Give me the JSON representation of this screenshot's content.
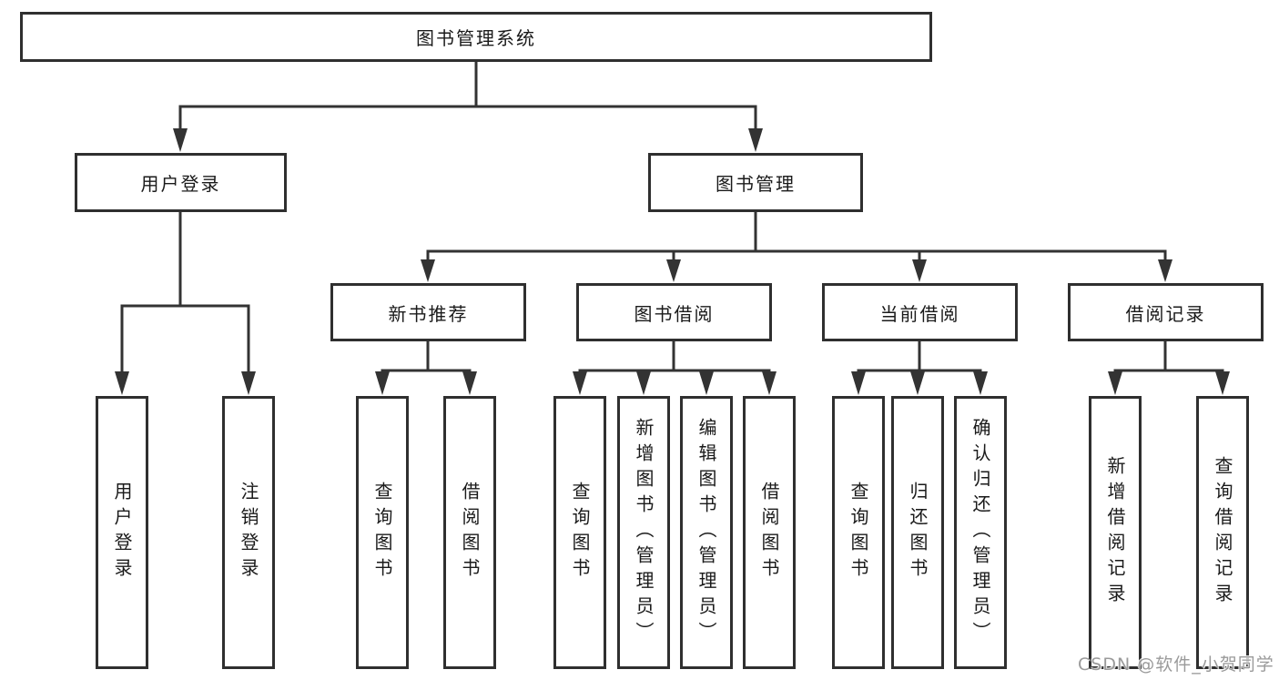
{
  "tree": {
    "root": "图书管理系统",
    "branches": [
      {
        "label": "用户登录",
        "children": [
          "用户登录",
          "注销登录"
        ]
      },
      {
        "label": "图书管理",
        "children": [
          {
            "label": "新书推荐",
            "children": [
              "查询图书",
              "借阅图书"
            ]
          },
          {
            "label": "图书借阅",
            "children": [
              "查询图书",
              "新增图书（管理员）",
              "编辑图书（管理员）",
              "借阅图书"
            ]
          },
          {
            "label": "当前借阅",
            "children": [
              "查询图书",
              "归还图书",
              "确认归还（管理员）"
            ]
          },
          {
            "label": "借阅记录",
            "children": [
              "新增借阅记录",
              "查询借阅记录"
            ]
          }
        ]
      }
    ]
  },
  "watermark": "CSDN @软件_小贺同学",
  "colors": {
    "line": "#333333",
    "box_border": "#2f2f2f",
    "box_fill": "#ffffff",
    "text": "#1a1a1a",
    "watermark": "#9a9a9a",
    "background": "#ffffff"
  }
}
